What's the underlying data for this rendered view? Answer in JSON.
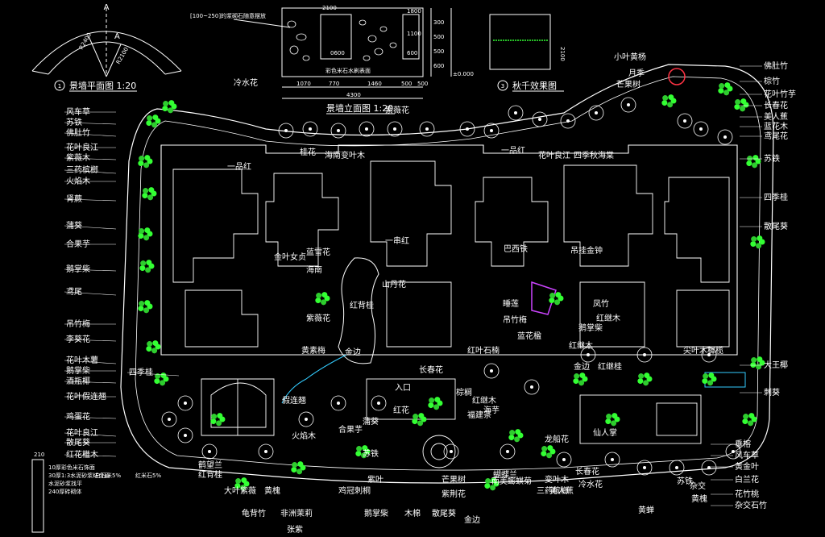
{
  "colors": {
    "background": "#000000",
    "line": "#ffffff",
    "plant_green": "#2ecc2e",
    "plant_bright": "#33ff33",
    "accent_cyan": "#33ccff",
    "accent_red": "#ff3344",
    "accent_magenta": "#cc44ff",
    "accent_yellow": "#ffee00",
    "accent_orange": "#ff8833"
  },
  "titles": {
    "wall_plan": "景墙平面图 1:20",
    "wall_plan_num": "1",
    "wall_elev": "景墙立面图 1:20",
    "swing_effect": "秋千效果图",
    "swing_num": "3",
    "north_mark_1": "A",
    "north_mark_2": "A"
  },
  "wall_plan_dims": [
    "R2400",
    "R2100"
  ],
  "wall_elev": {
    "note": "[100~250]的浆砌石随意摆放",
    "note2": "彩色米石水刷表面",
    "top_dims": [
      "2100",
      "1800",
      "1100",
      "600",
      "0600"
    ],
    "right_dims": [
      "300",
      "500",
      "500",
      "600",
      "±0.000"
    ],
    "bottom_dims": [
      "1070",
      "770",
      "1460",
      "500",
      "500"
    ],
    "total": "4300"
  },
  "swing_dim": "2100",
  "legend_notes": [
    "10厚彩色米石饰面",
    "30厚1:3水泥砂浆结合层",
    "240厚砖砌体",
    "水泥砂浆找平",
    "白石米5%",
    "红米石5%"
  ],
  "legend_dim": "210",
  "labels_left": [
    "风车草",
    "苏铁",
    "佛肚竹",
    "花叶良江",
    "紫薇木",
    "三药槟榔",
    "火焰木",
    "肾蕨",
    "蒲葵",
    "合果芋",
    "鹅掌柴",
    "鸢尾",
    "吊竹梅",
    "李葵花",
    "花叶木薯",
    "鹅掌柴",
    "酒瓶椰",
    "四季桂",
    "花叶假连翘",
    "鸡蛋花",
    "花叶良江",
    "散尾葵",
    "红花檵木"
  ],
  "labels_right": [
    "佛肚竹",
    "棕竹",
    "花叶竹芋",
    "长春花",
    "美人蕉",
    "蓝花木",
    "鸢尾花",
    "苏铁",
    "四季桂",
    "散尾葵",
    "大王椰",
    "刺葵",
    "垂榕",
    "风车草",
    "黄金叶",
    "白兰花",
    "花竹桃",
    "杂交石竹"
  ],
  "labels_top": [
    "冷水花",
    "紫薇花",
    "桂花",
    "海南变叶木",
    "一品红",
    "一品红",
    "花叶良江",
    "四季秋海棠",
    "小叶黄杨",
    "月季",
    "芒果树",
    "蓝雪花",
    "一串红",
    "巴西铁",
    "吊挂金钟"
  ],
  "labels_center": [
    "金叶女贞",
    "海南",
    "山丹花",
    "红背桂",
    "紫薇花",
    "睡莲",
    "凤竹",
    "红继木",
    "吊竹梅",
    "鹅掌柴",
    "黄素梅",
    "金边",
    "红叶石楠",
    "蓝花楹",
    "红继木",
    "尖叶木樨榄",
    "红继桂",
    "金边",
    "长春花",
    "入口",
    "棕榈",
    "红继木",
    "福建茶",
    "火焰木",
    "合果芋",
    "假连翘",
    "蒲葵",
    "红花",
    "苏铁",
    "龙船花",
    "海芋",
    "仙人掌"
  ],
  "labels_bottom": [
    "大叶紫薇",
    "龟背竹",
    "黄槐",
    "非洲茉莉",
    "鹅掌柴",
    "木棉",
    "散尾葵",
    "鸡冠刺桐",
    "紫叶",
    "芒果树",
    "变叶木",
    "美人蕉",
    "南美蟛蜞菊",
    "黄蝉",
    "三药槟榔",
    "长春花",
    "冷水花",
    "张紫",
    "金边",
    "蝴蝶兰",
    "紫荆花",
    "黄槐",
    "苏铁",
    "杂交",
    "鹤望兰",
    "红背桂"
  ]
}
